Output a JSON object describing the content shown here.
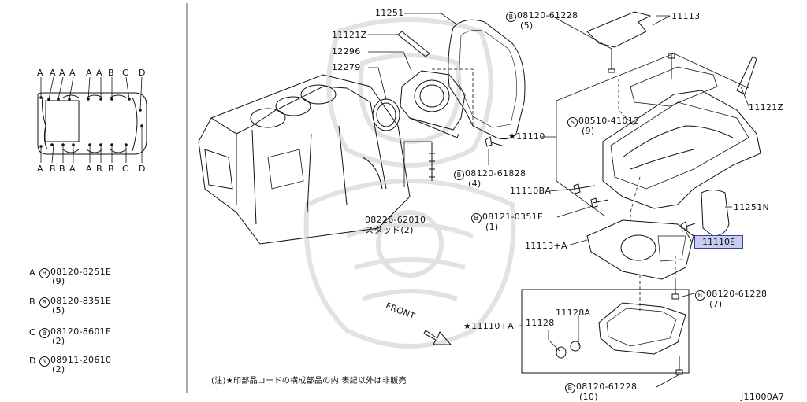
{
  "watermark_icon": "emblem-watermark",
  "legend": {
    "top_letters": [
      "A",
      "A",
      "A",
      "A",
      "A",
      "A",
      "B",
      "C",
      "D"
    ],
    "bottom_letters": [
      "A",
      "B",
      "B",
      "A",
      "A",
      "B",
      "B",
      "C",
      "D"
    ],
    "items": [
      {
        "letter": "A",
        "symbol": "B",
        "part": "08120-8251E",
        "qty": "(9)"
      },
      {
        "letter": "B",
        "symbol": "B",
        "part": "08120-8351E",
        "qty": "(5)"
      },
      {
        "letter": "C",
        "symbol": "B",
        "part": "08120-8601E",
        "qty": "(2)"
      },
      {
        "letter": "D",
        "symbol": "N",
        "part": "08911-20610",
        "qty": "(2)"
      }
    ]
  },
  "callouts": {
    "p11251": "11251",
    "p11121Z_top": "11121Z",
    "p12296": "12296",
    "p12279": "12279",
    "b08120_61228_top": {
      "symbol": "B",
      "part": "08120-61228",
      "qty": "(5)"
    },
    "p11113": "11113",
    "p11121Z_right": "11121Z",
    "s08510_41012": {
      "symbol": "S",
      "part": "08510-41012",
      "qty": "(9)"
    },
    "p11110": "★11110",
    "b08120_61828": {
      "symbol": "B",
      "part": "08120-61828",
      "qty": "(4)"
    },
    "p11110BA": "11110BA",
    "b08121_0351E": {
      "symbol": "B",
      "part": "08121-0351E",
      "qty": "(1)"
    },
    "p11251N": "11251N",
    "p11110E": "11110E",
    "p11113A": "11113+A",
    "b08120_61228_mid": {
      "symbol": "B",
      "part": "08120-61228",
      "qty": "(7)"
    },
    "stud": {
      "part": "08226-62010",
      "name": "スタッド(2)"
    },
    "front": "FRONT",
    "p11110A": "★11110+A",
    "p11128": "11128",
    "p11128A": "11128A",
    "b08120_61228_bot": {
      "symbol": "B",
      "part": "08120-61228",
      "qty": "(10)"
    }
  },
  "note": "(注)★印部品コードの構成部品の内 表記以外は非販売",
  "diagram_code": "J11000A7"
}
